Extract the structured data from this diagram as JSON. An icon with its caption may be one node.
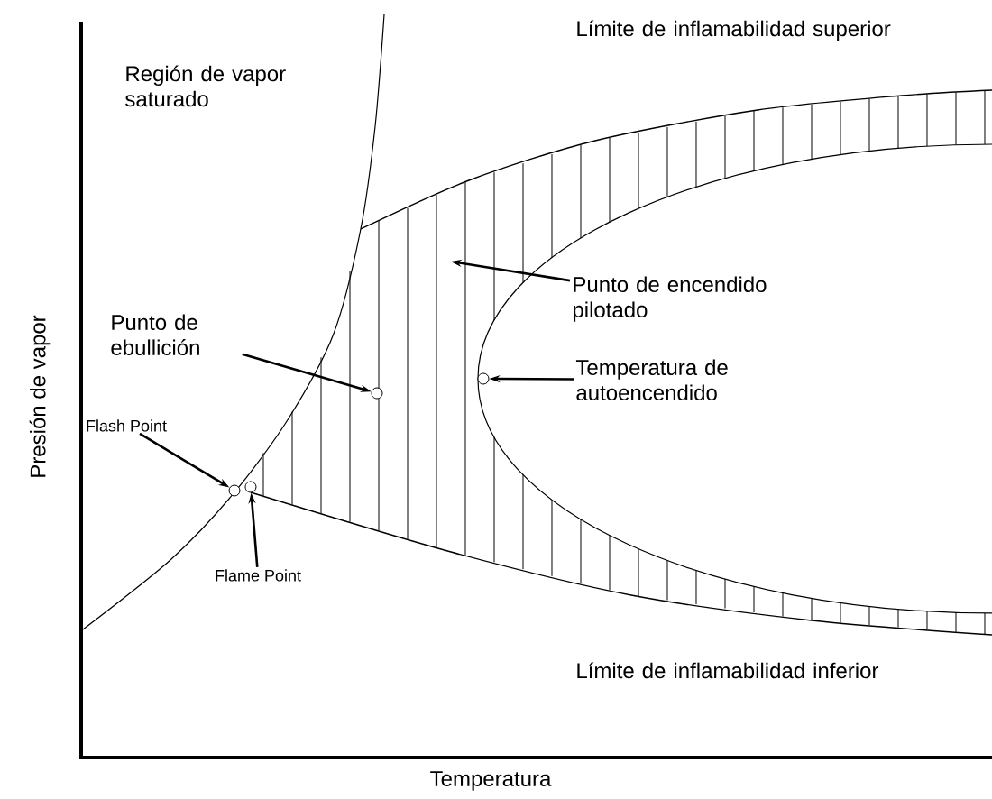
{
  "diagram": {
    "nodes": [
      {
        "text": [
          "Punto de ebullición"
        ]
      },
      {
        "text": [],
        "shape": "circle"
      },
      {
        "text": [
          "Punto de encendido pilotado"
        ]
      },
      {
        "text": [
          "Temperatura de autoencendido"
        ]
      },
      {
        "text": [],
        "shape": "circle"
      },
      {
        "text": [
          "Flash Point"
        ]
      },
      {
        "text": [],
        "shape": "circle"
      },
      {
        "text": [
          "Flame Point"
        ]
      },
      {
        "text": [],
        "shape": "circle"
      }
    ],
    "edges": [
      {
        "from": 0,
        "to": 1,
        "arrow": "to"
      },
      {
        "from": 2,
        "to": null,
        "arrow": "to"
      },
      {
        "from": 3,
        "to": 4,
        "arrow": "to"
      },
      {
        "from": 5,
        "to": 6,
        "arrow": "to"
      },
      {
        "from": 7,
        "to": 8,
        "arrow": "to"
      }
    ],
    "labels": [
      "Región de vapor saturado",
      "Límite de inflamabilidad superior",
      "Presión de vapor",
      "Límite de inflamabilidad inferior",
      "Temperatura"
    ]
  }
}
